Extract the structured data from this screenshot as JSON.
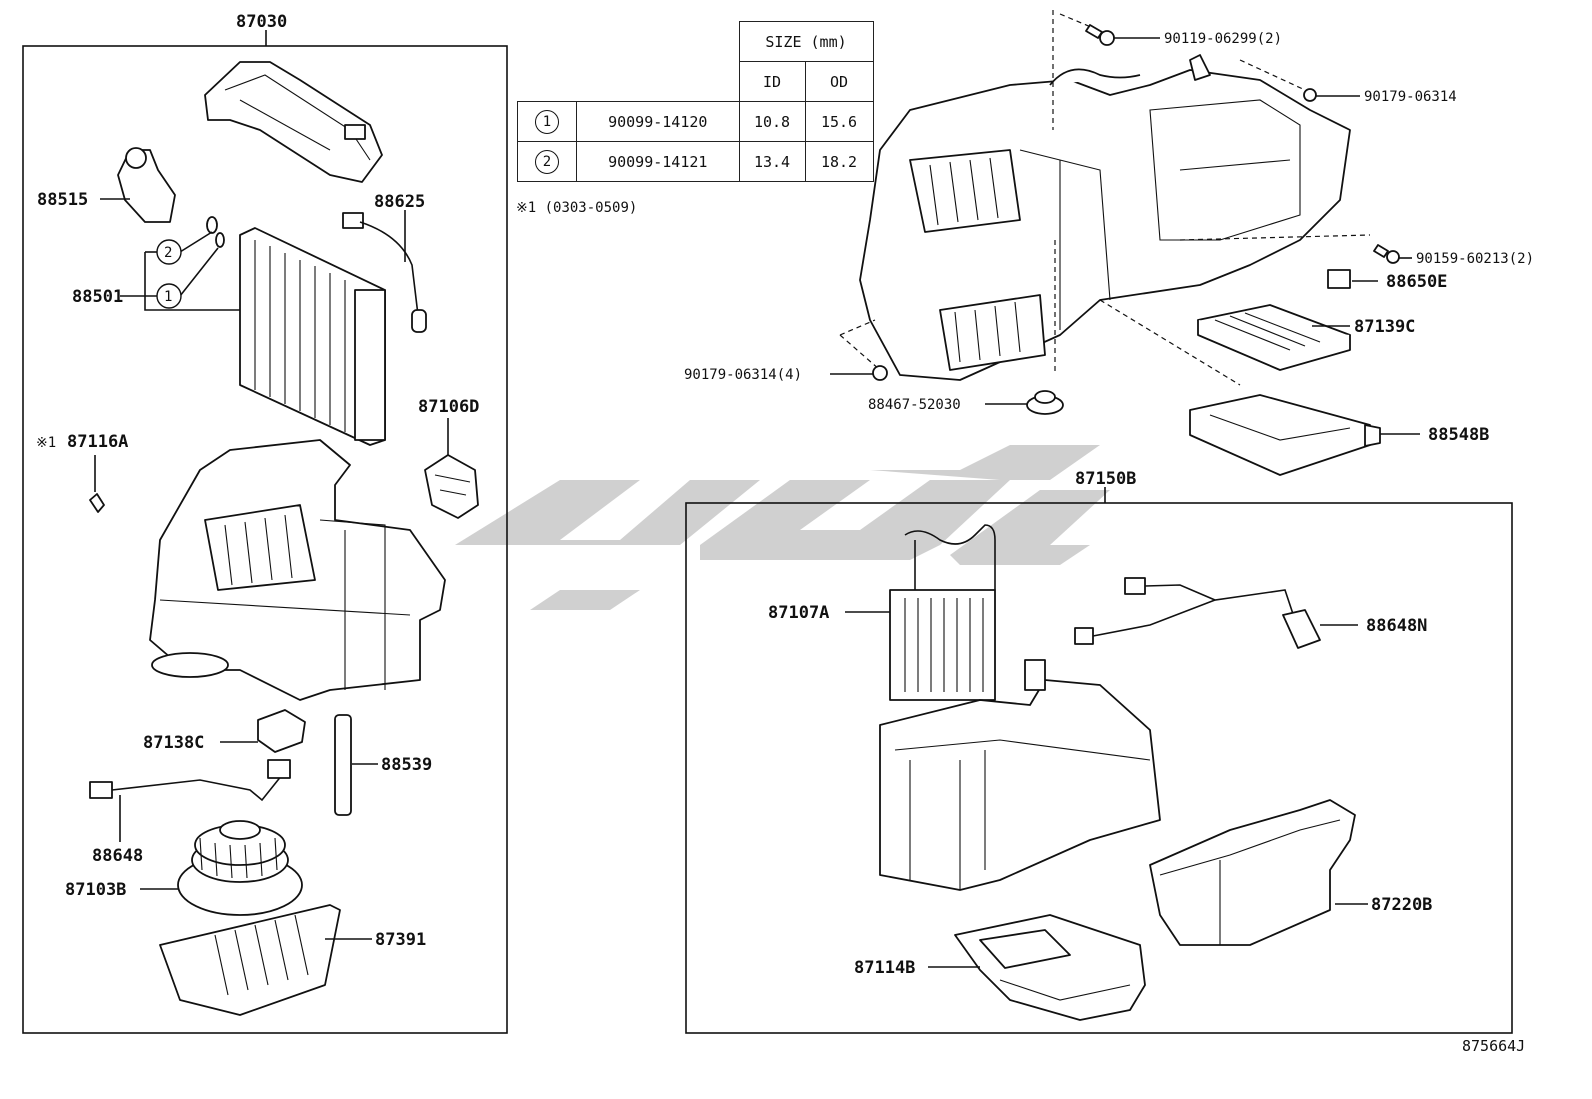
{
  "size_table": {
    "header_size": "SIZE (mm)",
    "header_id": "ID",
    "header_od": "OD",
    "rows": [
      {
        "mark": "1",
        "part_no": "90099-14120",
        "id": "10.8",
        "od": "15.6"
      },
      {
        "mark": "2",
        "part_no": "90099-14121",
        "id": "13.4",
        "od": "18.2"
      }
    ]
  },
  "footnote": "※1 (0303-0509)",
  "figure_id": "875664J",
  "labels": {
    "p87030": "87030",
    "p88515": "88515",
    "p88625": "88625",
    "p88501": "88501",
    "p87116a": "87116A",
    "p87116a_mark": "※1",
    "p87106d": "87106D",
    "p87138c": "87138C",
    "p88539": "88539",
    "p88648": "88648",
    "p87103b": "87103B",
    "p87391": "87391",
    "seal1": "1",
    "seal2": "2",
    "p90119": "90119-06299(2)",
    "p90179a": "90179-06314",
    "p90159": "90159-60213(2)",
    "p88650e": "88650E",
    "p87139c": "87139C",
    "p90179b": "90179-06314(4)",
    "p88467": "88467-52030",
    "p88548b": "88548B",
    "p87150b": "87150B",
    "p87107a": "87107A",
    "p88648n": "88648N",
    "p87220b": "87220B",
    "p87114b": "87114B"
  }
}
